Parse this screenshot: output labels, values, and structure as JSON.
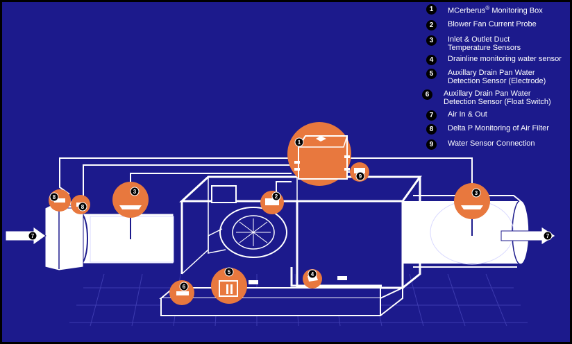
{
  "legend": {
    "items": [
      {
        "num": "1",
        "label": "MCerberus",
        "reg": "®",
        "label_after": " Monitoring Box"
      },
      {
        "num": "2",
        "label": "Blower Fan Current Probe"
      },
      {
        "num": "3",
        "label": "Inlet & Outlet Duct\nTemperature Sensors"
      },
      {
        "num": "4",
        "label": "Drainline monitoring water sensor"
      },
      {
        "num": "5",
        "label": "Auxillary Drain Pan Water\nDetection Sensor (Electrode)"
      },
      {
        "num": "6",
        "label": "Auxillary Drain Pan Water\nDetection Sensor (Float Switch)"
      },
      {
        "num": "7",
        "label": "Air In & Out"
      },
      {
        "num": "8",
        "label": "Delta P Monitoring of Air Filter"
      },
      {
        "num": "9",
        "label": "Water Sensor Connection"
      }
    ]
  },
  "badges": [
    "1",
    "2",
    "3",
    "3",
    "4",
    "5",
    "6",
    "7",
    "7",
    "8",
    "8",
    "9"
  ],
  "colors": {
    "background": "#1c1a8c",
    "callout": "#e8783e",
    "badge": "#000000",
    "text": "#ffffff"
  }
}
